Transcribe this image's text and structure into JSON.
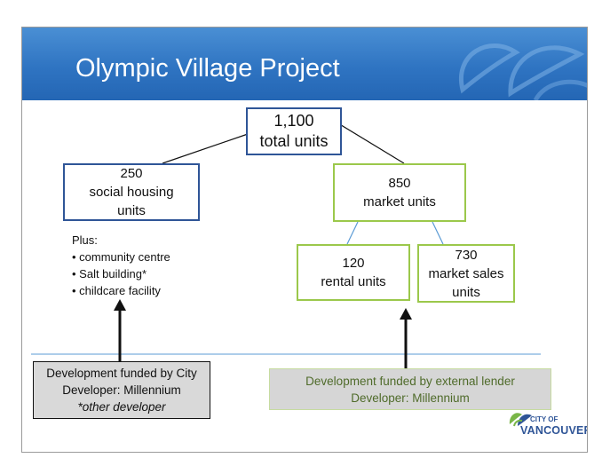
{
  "slide": {
    "title": "Olympic Village Project"
  },
  "nodes": {
    "total": {
      "lines": [
        "1,100",
        "total units"
      ]
    },
    "social": {
      "lines": [
        "250",
        "social housing",
        "units"
      ]
    },
    "market": {
      "lines": [
        "850",
        "market units"
      ]
    },
    "rental": {
      "lines": [
        "120",
        "rental units"
      ]
    },
    "sales": {
      "lines": [
        "730",
        "market sales",
        "units"
      ]
    }
  },
  "plus": {
    "heading": "Plus:",
    "items": [
      "community centre",
      "Salt building*",
      "childcare facility"
    ]
  },
  "funding": {
    "city": {
      "line1": "Development funded by City",
      "line2": "Developer: Millennium",
      "note": "*other developer"
    },
    "external": {
      "line1": "Development funded by external lender",
      "line2": "Developer: Millennium"
    }
  },
  "logo": {
    "small": "CITY OF",
    "large": "VANCOUVER"
  },
  "colors": {
    "header": "#2f74c2",
    "blue_border": "#2f5597",
    "green_border": "#9bc84b",
    "grey_fill": "#d9d9d9"
  }
}
